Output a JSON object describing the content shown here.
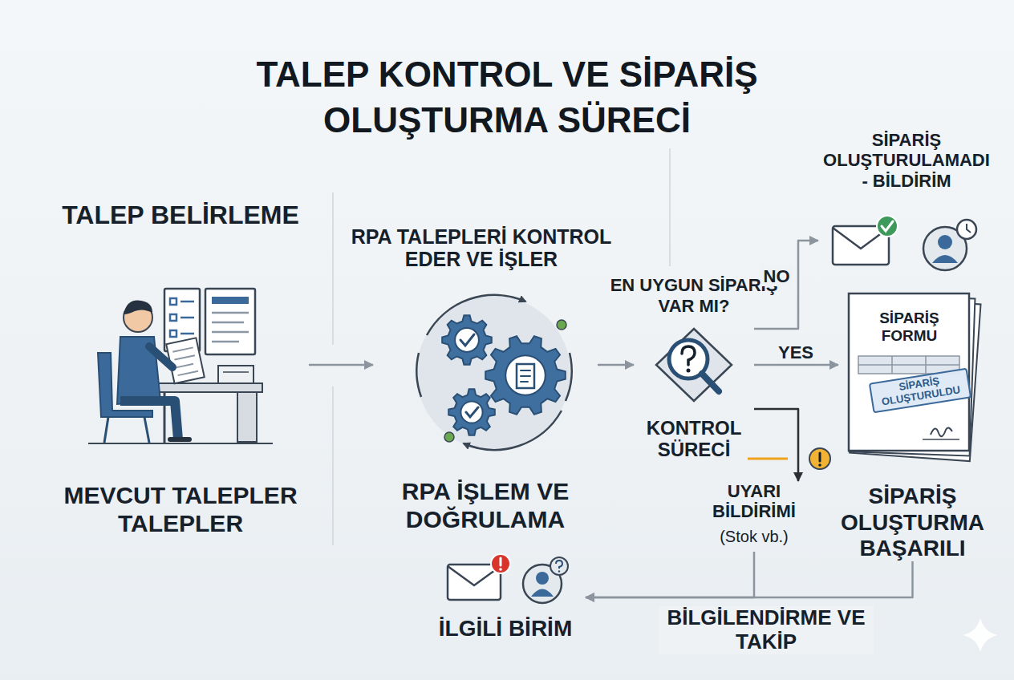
{
  "diagram": {
    "title": "TALEP KONTROL VE SİPARİŞ OLUŞTURMA SÜRECİ",
    "nodes": [
      {
        "text": [
          "TALEP BELİRLEME",
          "MEVCUT TALEPLER TALEPLER"
        ]
      },
      {
        "text": [
          "RPA TALEPLERİ KONTROL EDER VE İŞLER",
          "RPA İŞLEM VE DOĞRULAMA"
        ]
      },
      {
        "text": [
          "EN UYGUN SİPARİŞ VAR MI?",
          "KONTROL SÜRECİ"
        ]
      },
      {
        "text": [
          "SİPARİŞ OLUŞTURULAMADI - BİLDİRİM"
        ]
      },
      {
        "text": [
          "SİPARİŞ FORMU",
          "SİPARİŞ OLUŞTURULDU",
          "SİPARİŞ OLUŞTURMA BAŞARILI"
        ]
      },
      {
        "text": [
          "UYARI BİLDİRİMİ",
          "(Stok vb.)"
        ]
      },
      {
        "text": [
          "İLGİLİ BİRİM"
        ]
      }
    ],
    "edges": [
      {
        "from": 0,
        "to": 1,
        "arrow": "to"
      },
      {
        "from": 1,
        "to": 2,
        "arrow": "to"
      },
      {
        "from": 2,
        "to": 3,
        "label": "NO",
        "arrow": "to"
      },
      {
        "from": 2,
        "to": 4,
        "label": "YES",
        "arrow": "to"
      },
      {
        "from": 2,
        "to": 5,
        "arrow": "to"
      },
      {
        "from": 4,
        "to": 6,
        "label": "BİLGİLENDİRME VE TAKİP",
        "arrow": "to"
      },
      {
        "from": 5,
        "to": 6,
        "arrow": "to"
      }
    ]
  }
}
